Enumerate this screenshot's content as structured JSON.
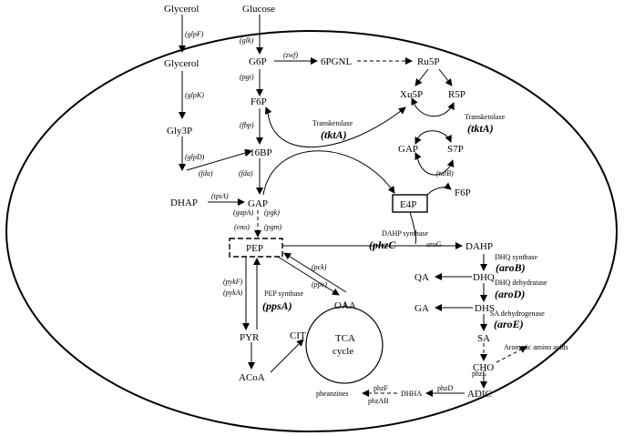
{
  "metabolites": {
    "glycerol_top": "Glycerol",
    "glucose": "Glucose",
    "glycerol": "Glycerol",
    "g6p": "G6P",
    "pgnl": "6PGNL",
    "ru5p": "Ru5P",
    "xu5p": "Xu5P",
    "r5p": "R5P",
    "f6p": "F6P",
    "gly3p": "Gly3P",
    "f16bp": "F16BP",
    "gap_right": "GAP",
    "s7p": "S7P",
    "dhap": "DHAP",
    "gap": "GAP",
    "e4p": "E4P",
    "f6p_right": "F6P",
    "pep": "PEP",
    "dahp": "DAHP",
    "qa": "QA",
    "dhq": "DHQ",
    "ga": "GA",
    "dhs": "DHS",
    "sa": "SA",
    "oaa": "OAA",
    "pyr": "PYR",
    "cit": "CIT",
    "cho": "CHO",
    "acoa": "ACoA",
    "aromatic": "Aromatic amino acids",
    "adic": "ADIC",
    "dhha": "DHHA",
    "phenazines": "pheanzines"
  },
  "genes": {
    "glpF": "(glpF)",
    "glk": "(glk)",
    "zwf": "(zwf)",
    "pgi": "(pgi)",
    "glpK": "(glpK)",
    "fbp": "(fbp)",
    "glpD": "(glpD)",
    "fda1": "(fda)",
    "fda2": "(fda)",
    "tpiA": "(tpiA)",
    "gapA": "(gapA)",
    "pgk": "(pgk)",
    "eno": "(eno)",
    "pgm": "(pgm)",
    "talB": "(talB)",
    "pck": "(pck)",
    "ppc": "(ppc)",
    "pykF": "(pykF)",
    "pykA": "(pykA)",
    "aroG": "aroG"
  },
  "enzymes": {
    "transketolase_left": "Transketolase",
    "tktA_left": "(tktA)",
    "transketolase_right": "Transketolase",
    "tktA_right": "(tktA)",
    "dahp_synthase": "DAHP synthase",
    "phzC": "(phzC",
    "dhq_synthase": "DHQ synthase",
    "aroB": "(aroB)",
    "dhq_dehydratase": "DHQ dehydratase",
    "aroD": "(aroD)",
    "sa_dehydrogenase": "SA dehydrogenase",
    "aroE": "(aroE)",
    "pep_synthase": "PEP synthase",
    "ppsA": "(ppsA)",
    "phzE": "phzE",
    "phzD": "phzD",
    "phzF": "phzF",
    "phzAB": "phzAB"
  },
  "tca": {
    "line1": "TCA",
    "line2": "cycle"
  }
}
